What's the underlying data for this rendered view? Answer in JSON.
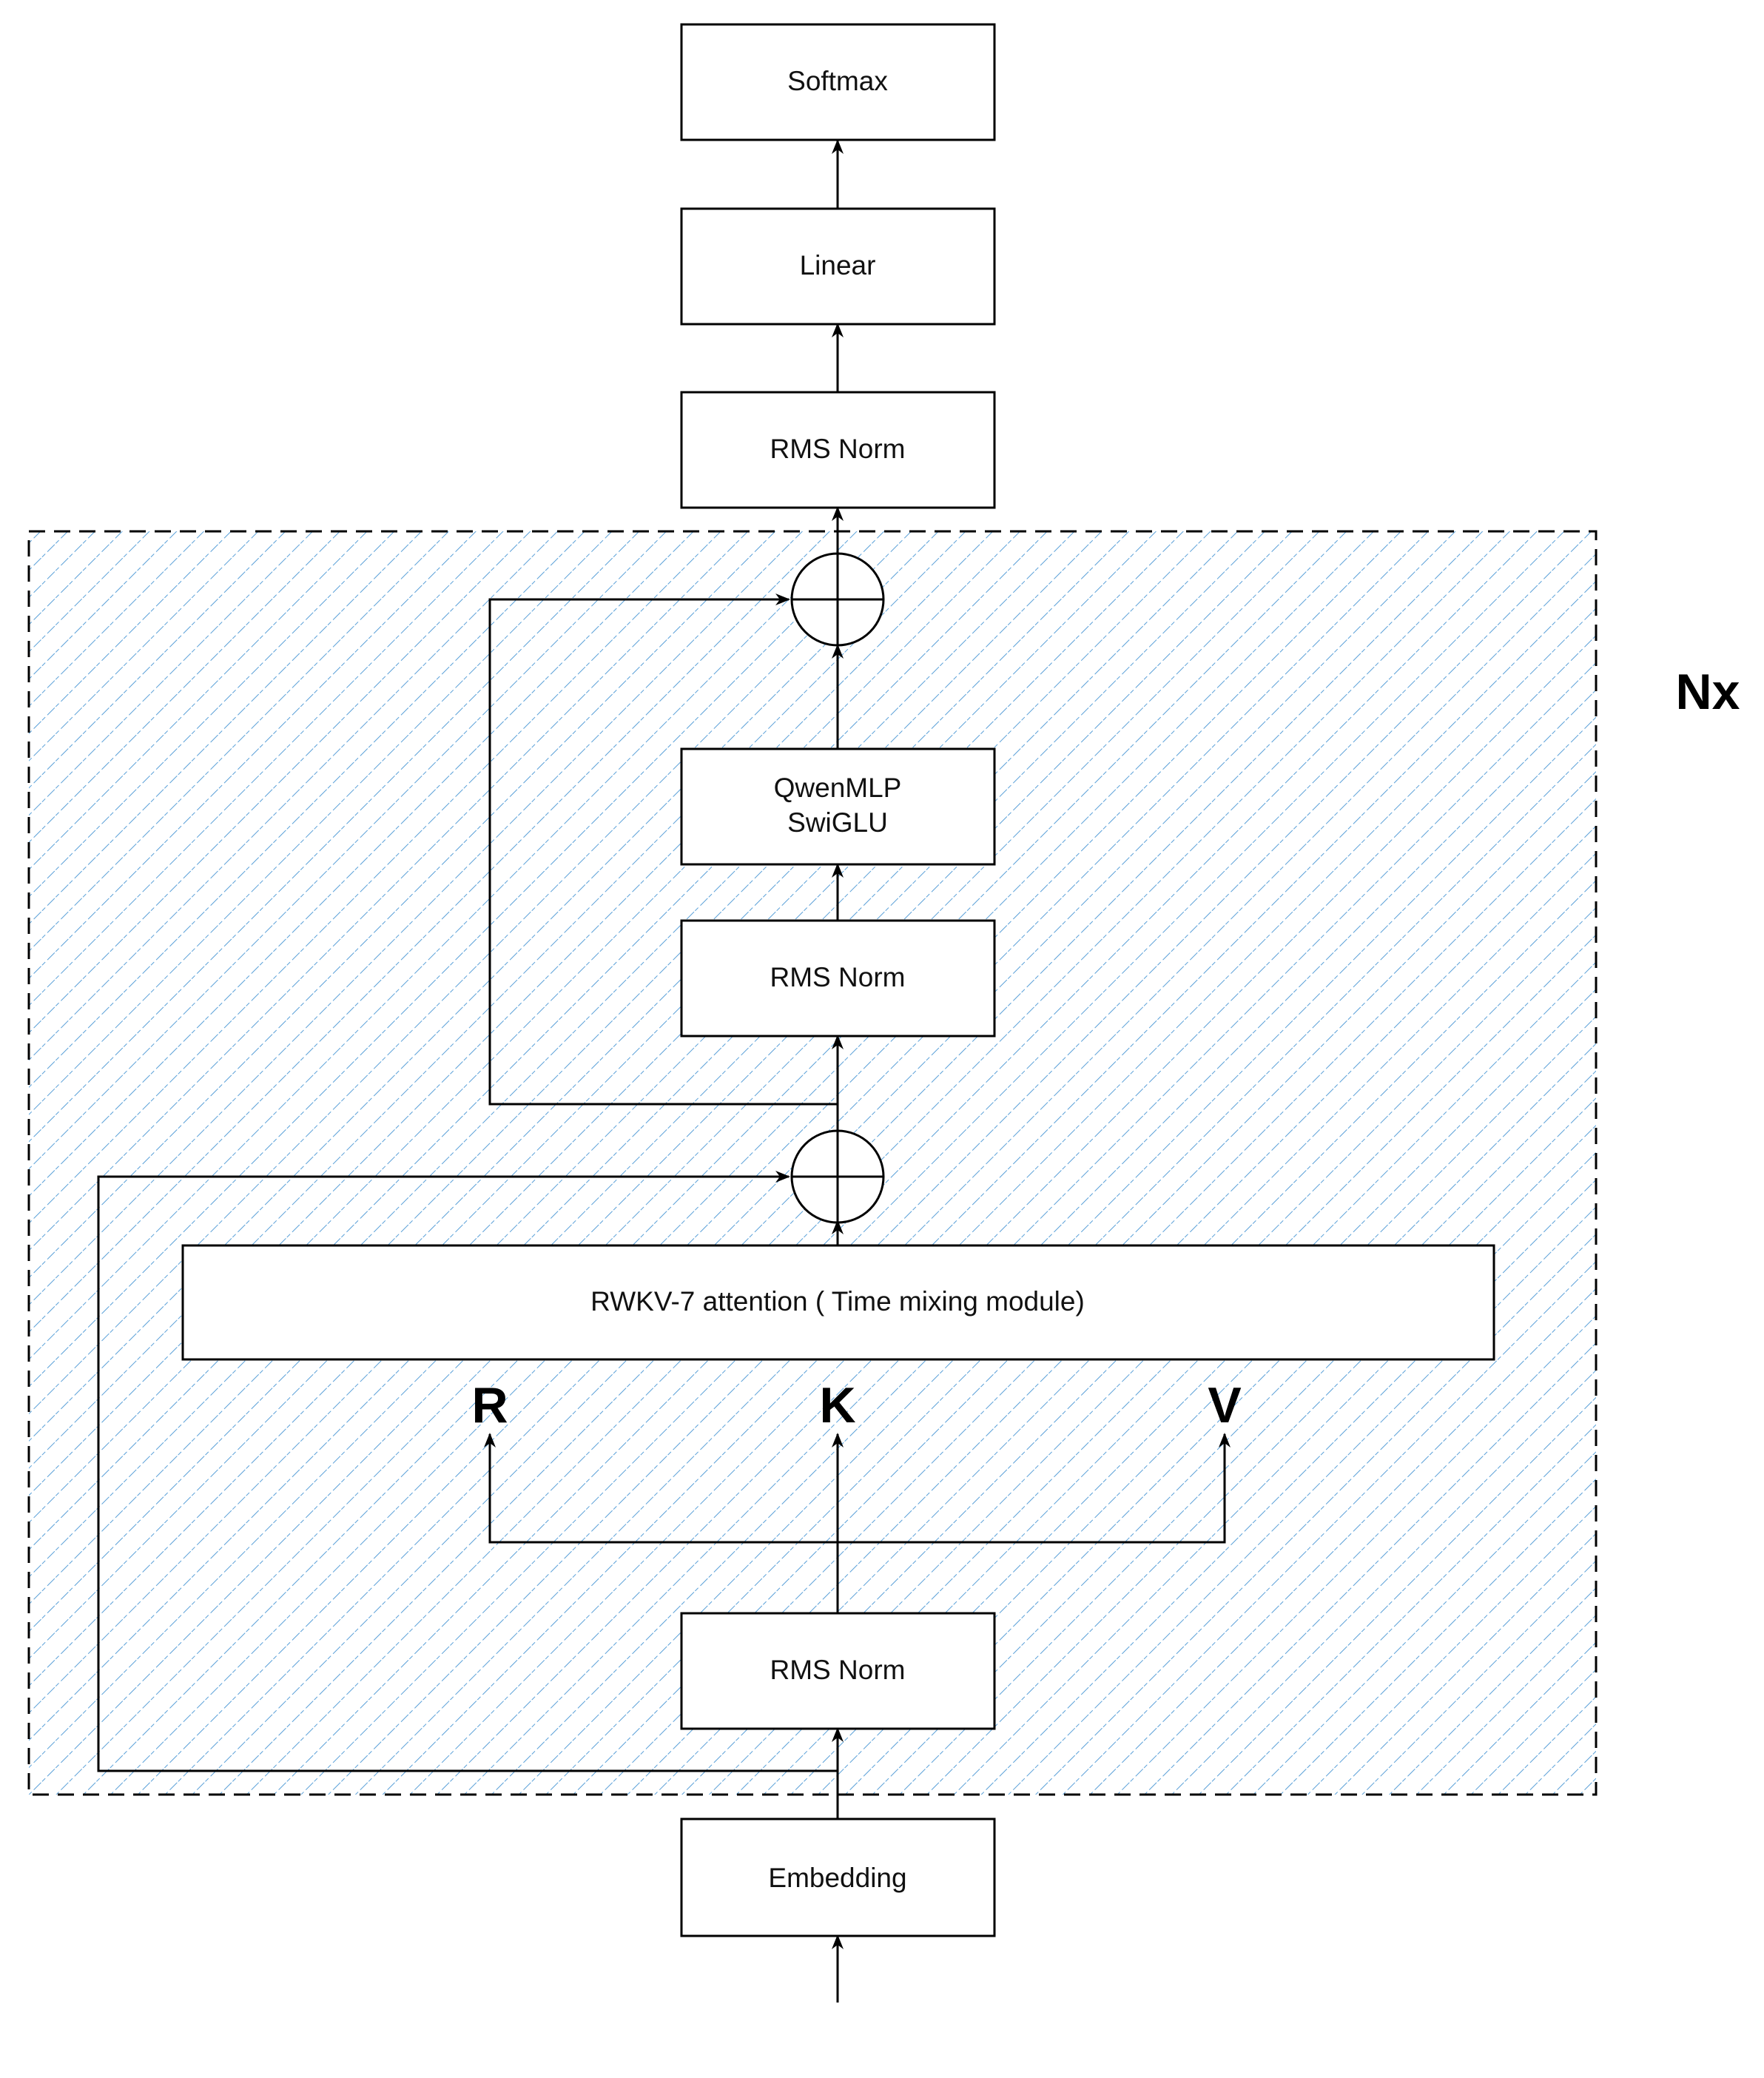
{
  "boxes": {
    "softmax": "Softmax",
    "linear": "Linear",
    "rms_norm_final": "RMS Norm",
    "qwenmlp_line1": "QwenMLP",
    "qwenmlp_line2": "SwiGLU",
    "rms_norm_mid": "RMS Norm",
    "rwkv_attention": "RWKV-7 attention ( Time mixing module)",
    "rms_norm_block": "RMS Norm",
    "embedding": "Embedding"
  },
  "inputs": {
    "r": "R",
    "k": "K",
    "v": "V"
  },
  "repeat_label": "Nx",
  "colors": {
    "hatch": "#5aa0d8",
    "stroke": "#000000",
    "box_fill": "#ffffff"
  }
}
